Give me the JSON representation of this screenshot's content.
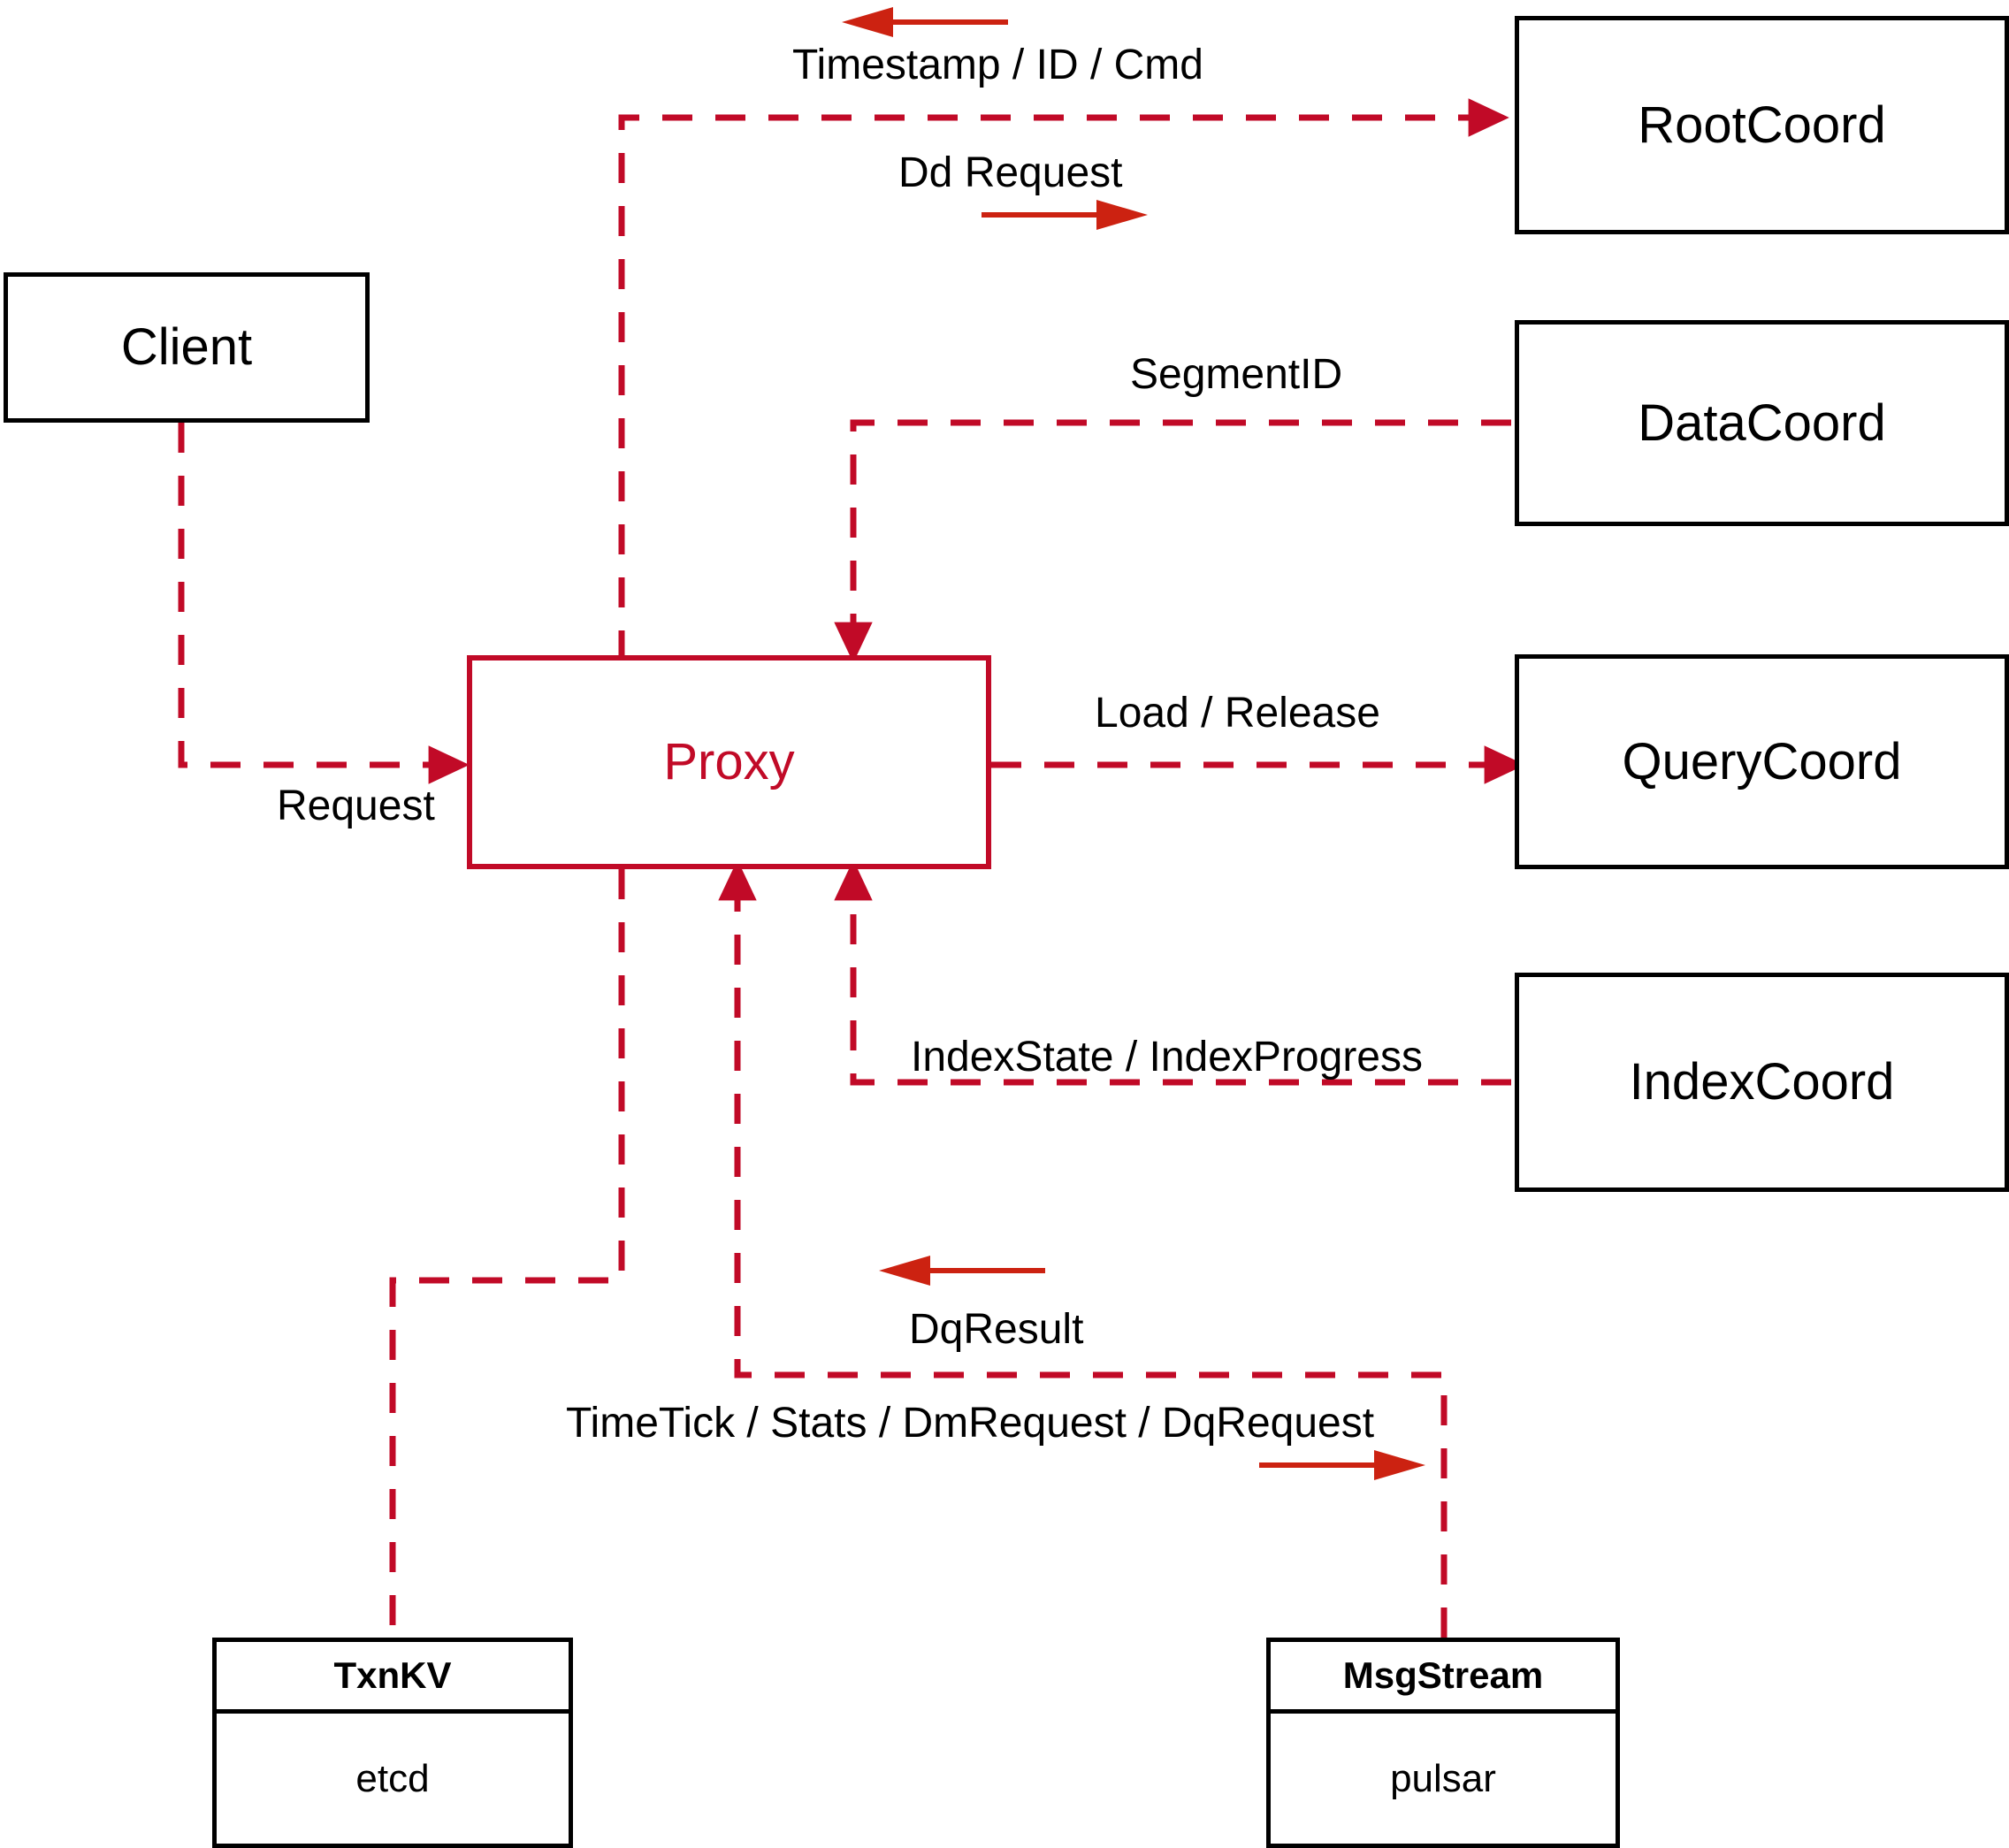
{
  "diagram": {
    "title": "Milvus Proxy interaction diagram",
    "colors": {
      "dashed_line": "#C10A27",
      "proxy_border": "#C10A27",
      "proxy_text": "#C10A27",
      "solid_arrow": "#CC2211",
      "box_border": "#000000",
      "background": "#FFFFFF"
    }
  },
  "nodes": {
    "client": {
      "label": "Client"
    },
    "proxy": {
      "label": "Proxy"
    },
    "root_coord": {
      "label": "RootCoord"
    },
    "data_coord": {
      "label": "DataCoord"
    },
    "query_coord": {
      "label": "QueryCoord"
    },
    "index_coord": {
      "label": "IndexCoord"
    },
    "txn_kv": {
      "header": "TxnKV",
      "body": "etcd"
    },
    "msg_stream": {
      "header": "MsgStream",
      "body": "pulsar"
    }
  },
  "edge_labels": {
    "timestamp_id_cmd": "Timestamp / ID / Cmd",
    "dd_request": "Dd Request",
    "segment_id": "SegmentID",
    "load_release": "Load / Release",
    "index_state_progress": "IndexState / IndexProgress",
    "request": "Request",
    "dq_result": "DqResult",
    "timetick_stats": "TimeTick / Stats / DmRequest / DqRequest"
  },
  "flows": [
    {
      "from": "proxy",
      "to": "root_coord",
      "label": "Dd Request",
      "reverse_label": "Timestamp / ID / Cmd"
    },
    {
      "from": "data_coord",
      "to": "proxy",
      "label": "SegmentID"
    },
    {
      "from": "proxy",
      "to": "query_coord",
      "label": "Load / Release"
    },
    {
      "from": "index_coord",
      "to": "proxy",
      "label": "IndexState / IndexProgress"
    },
    {
      "from": "client",
      "to": "proxy",
      "label": "Request"
    },
    {
      "from": "proxy",
      "to": "txn_kv",
      "label": ""
    },
    {
      "from": "proxy",
      "to": "msg_stream",
      "label": "TimeTick / Stats / DmRequest / DqRequest",
      "reverse_label": "DqResult"
    }
  ]
}
